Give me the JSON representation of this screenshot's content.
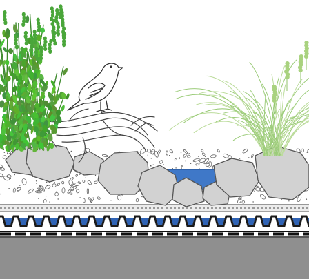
{
  "diagram": {
    "kind": "green-roof-cross-section",
    "layers": [
      {
        "name": "vegetation",
        "color": "#5fae45"
      },
      {
        "name": "boulders",
        "color": "#d2d2d2"
      },
      {
        "name": "water-pool",
        "color": "#3f78c8"
      },
      {
        "name": "gravel-substrate",
        "color": "#ffffff"
      },
      {
        "name": "filter-fleece",
        "color": "#e6e6e6"
      },
      {
        "name": "drainage-board",
        "color": "#2f63b5"
      },
      {
        "name": "protection-membrane",
        "color": "#222222"
      },
      {
        "name": "roof-deck",
        "color": "#8f8f8f"
      }
    ],
    "elements": {
      "bird": "songbird-on-driftwood",
      "left_plant": "lavender-shrub",
      "right_plant": "ornamental-grass"
    }
  }
}
